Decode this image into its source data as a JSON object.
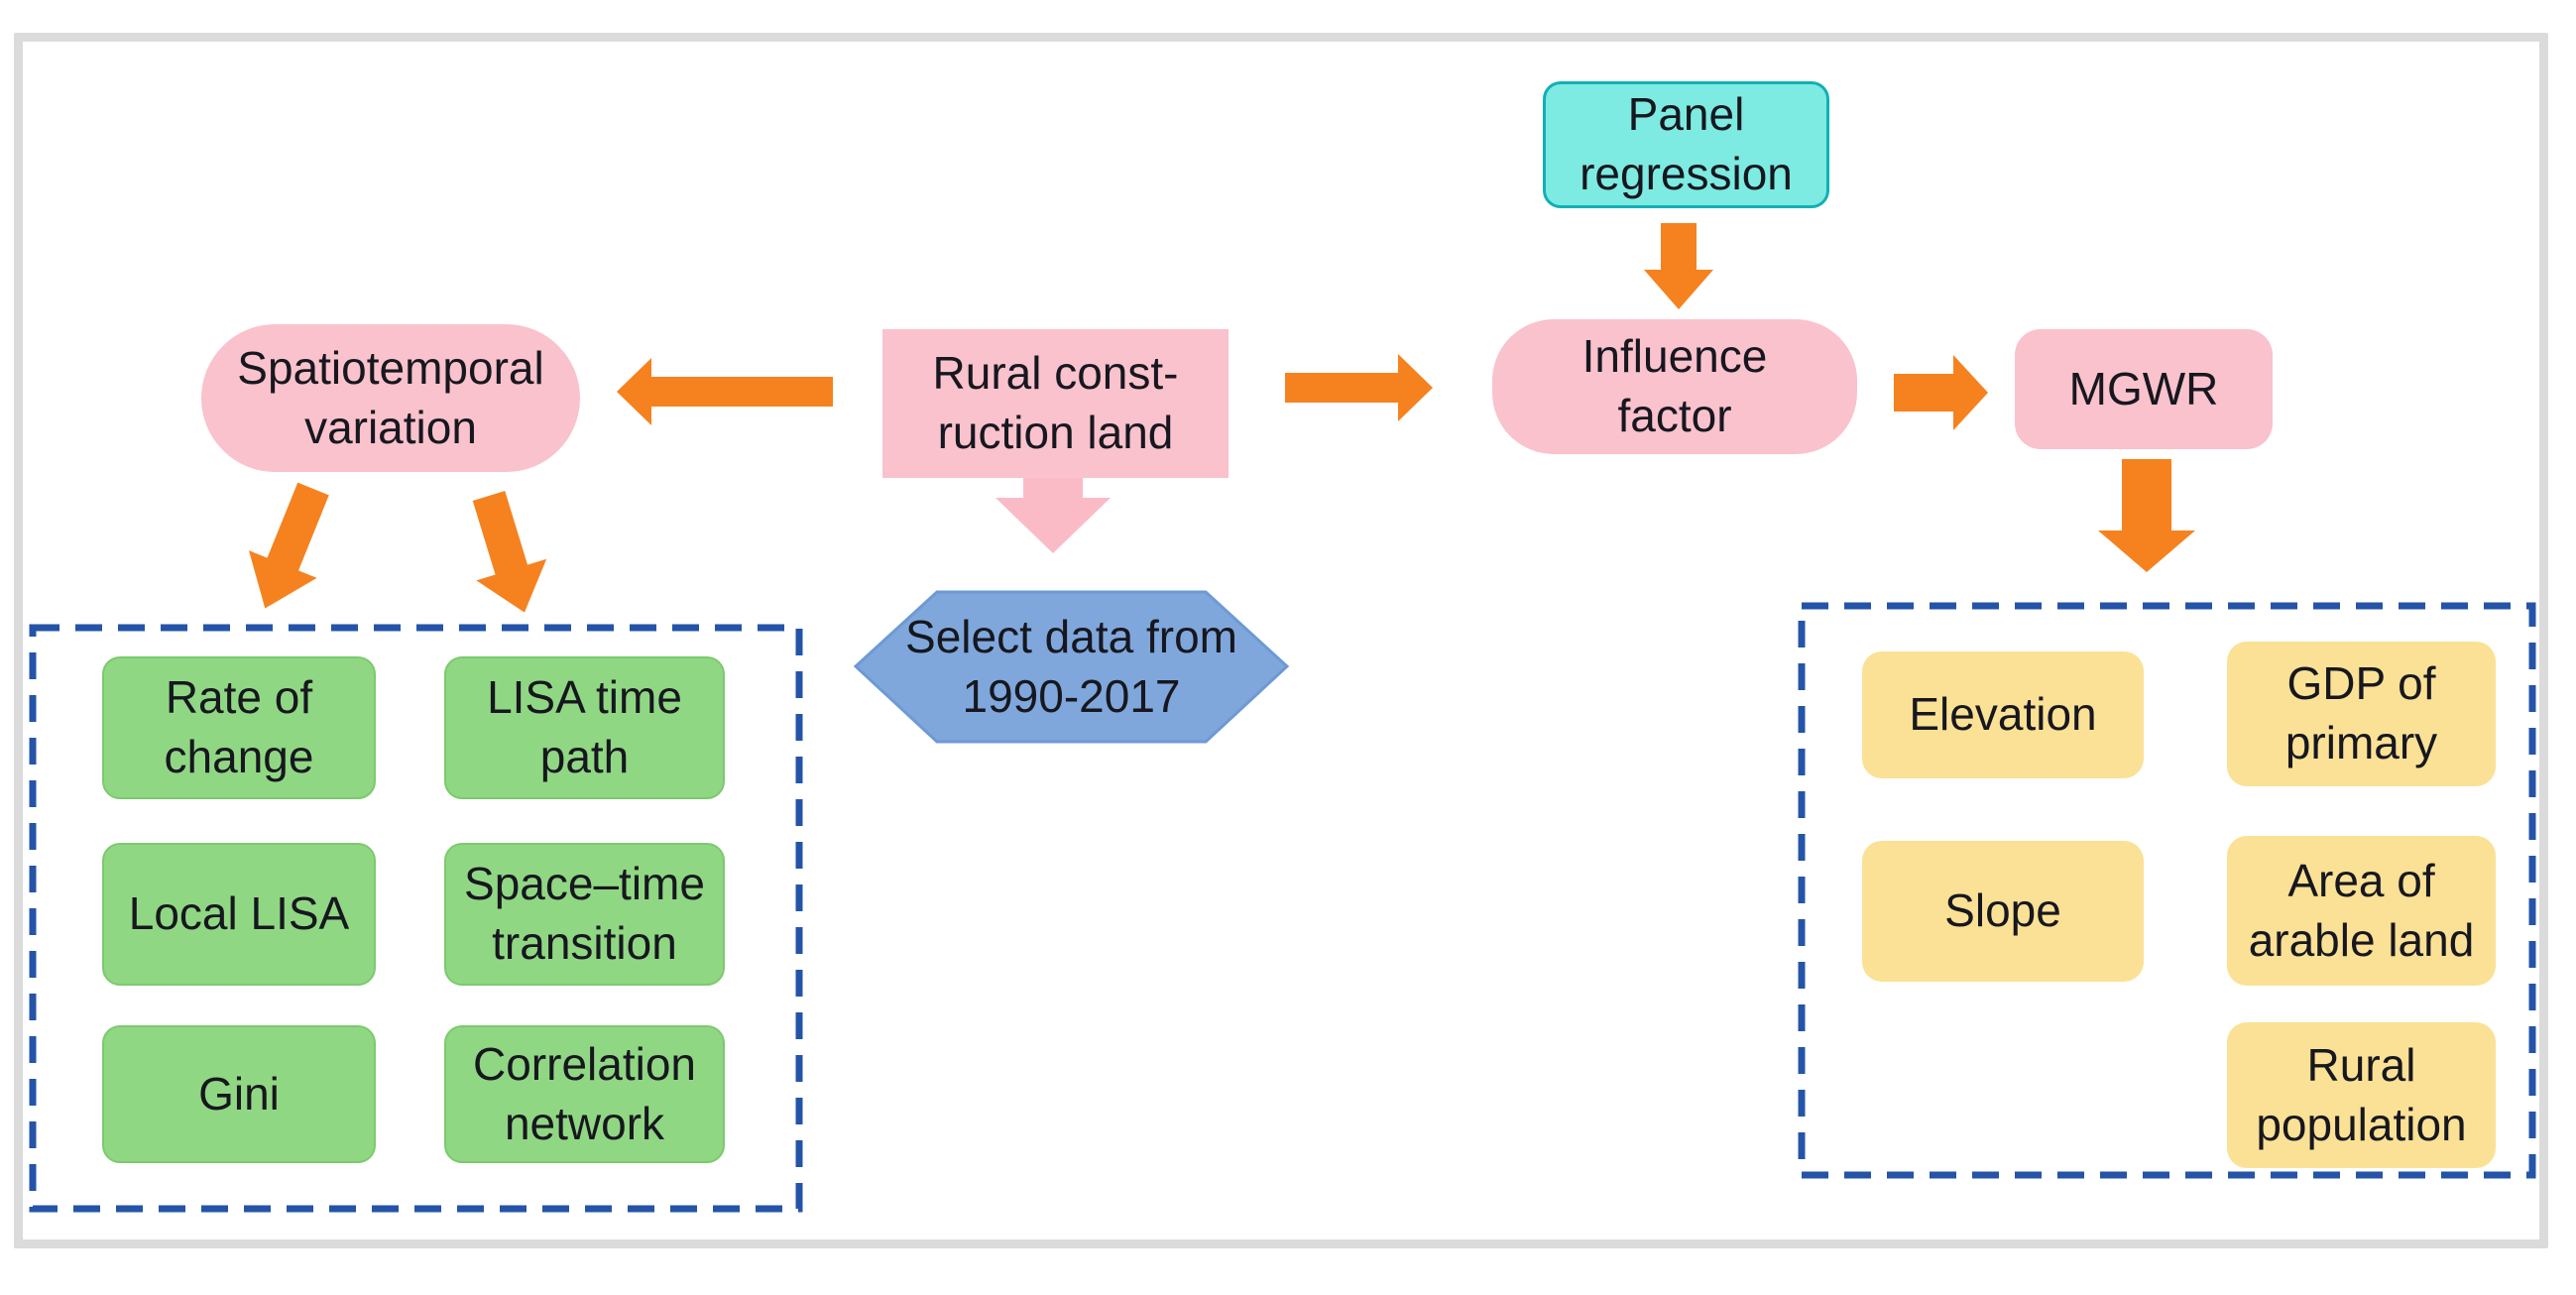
{
  "nodes": {
    "panel_regression": {
      "label": "Panel\nregression"
    },
    "spatiotemporal_variation": {
      "label": "Spatiotemporal\nvariation"
    },
    "rural_construction_land": {
      "label": "Rural const-\nruction land"
    },
    "influence_factor": {
      "label": "Influence\nfactor"
    },
    "mgwr": {
      "label": "MGWR"
    },
    "select_data": {
      "label": "Select data from\n1990-2017"
    }
  },
  "analysis_methods": {
    "items": [
      {
        "label": "Rate of\nchange"
      },
      {
        "label": "LISA time\npath"
      },
      {
        "label": "Local LISA"
      },
      {
        "label": "Space–time\ntransition"
      },
      {
        "label": "Gini"
      },
      {
        "label": "Correlation\nnetwork"
      }
    ]
  },
  "influence_factors": {
    "items": [
      {
        "label": "Elevation"
      },
      {
        "label": "GDP of\nprimary"
      },
      {
        "label": "Slope"
      },
      {
        "label": "Area of\narable land"
      },
      {
        "label": "Rural\npopulation"
      }
    ]
  },
  "arrows": [
    {
      "id": "panel-regression-to-influence-factor",
      "direction": "down",
      "color": "#f5821f"
    },
    {
      "id": "rural-construction-to-spatiotemporal",
      "direction": "left",
      "color": "#f5821f"
    },
    {
      "id": "rural-construction-to-influence-factor",
      "direction": "right",
      "color": "#f5821f"
    },
    {
      "id": "influence-factor-to-mgwr",
      "direction": "right",
      "color": "#f5821f"
    },
    {
      "id": "mgwr-to-factor-group",
      "direction": "down",
      "color": "#f5821f"
    },
    {
      "id": "spatiotemporal-to-methods-left",
      "direction": "down-left",
      "color": "#f5821f"
    },
    {
      "id": "spatiotemporal-to-methods-right",
      "direction": "down-right",
      "color": "#f5821f"
    },
    {
      "id": "rural-construction-to-select-data",
      "direction": "down",
      "color": "#fabbc7"
    }
  ],
  "colors": {
    "pink_node": "#f9c2cc",
    "pink_arrow": "#fabbc7",
    "orange_arrow": "#f5821f",
    "cyan_fill": "#7debe1",
    "cyan_border": "#13afb6",
    "green_fill": "#90d783",
    "green_border": "#7cc96e",
    "yellow_fill": "#fae195",
    "hexagon_fill": "#7fa7db",
    "hexagon_border": "#6d9ad4",
    "dashed_border": "#2454a8",
    "outer_frame": "#dbdbdb",
    "text": "#17171f"
  }
}
